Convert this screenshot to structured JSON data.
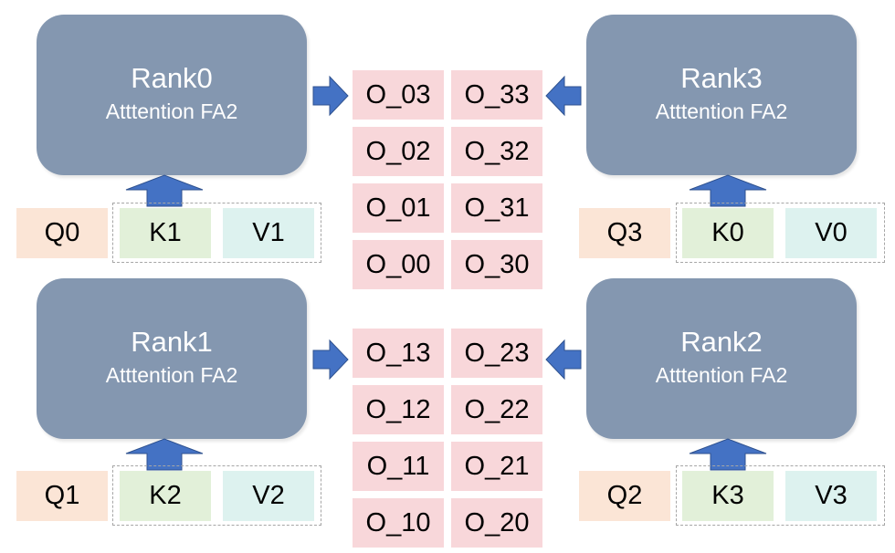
{
  "ranks": [
    {
      "id": "rank0",
      "title": "Rank0",
      "subtitle": "Atttention FA2",
      "q": "Q0",
      "k": "K1",
      "v": "V1"
    },
    {
      "id": "rank3",
      "title": "Rank3",
      "subtitle": "Atttention FA2",
      "q": "Q3",
      "k": "K0",
      "v": "V0"
    },
    {
      "id": "rank1",
      "title": "Rank1",
      "subtitle": "Atttention FA2",
      "q": "Q1",
      "k": "K2",
      "v": "V2"
    },
    {
      "id": "rank2",
      "title": "Rank2",
      "subtitle": "Atttention FA2",
      "q": "Q2",
      "k": "K3",
      "v": "V3"
    }
  ],
  "outputs_top": {
    "left": [
      "O_03",
      "O_02",
      "O_01",
      "O_00"
    ],
    "right": [
      "O_33",
      "O_32",
      "O_31",
      "O_30"
    ]
  },
  "outputs_bottom": {
    "left": [
      "O_13",
      "O_12",
      "O_11",
      "O_10"
    ],
    "right": [
      "O_23",
      "O_22",
      "O_21",
      "O_20"
    ]
  },
  "colors": {
    "rank_box": "#8497b0",
    "arrow": "#4472c4",
    "q_fill": "#fbe5d6",
    "k_fill": "#e2f0d9",
    "v_fill": "#ddf2ef",
    "output_fill": "#f8d7da"
  }
}
